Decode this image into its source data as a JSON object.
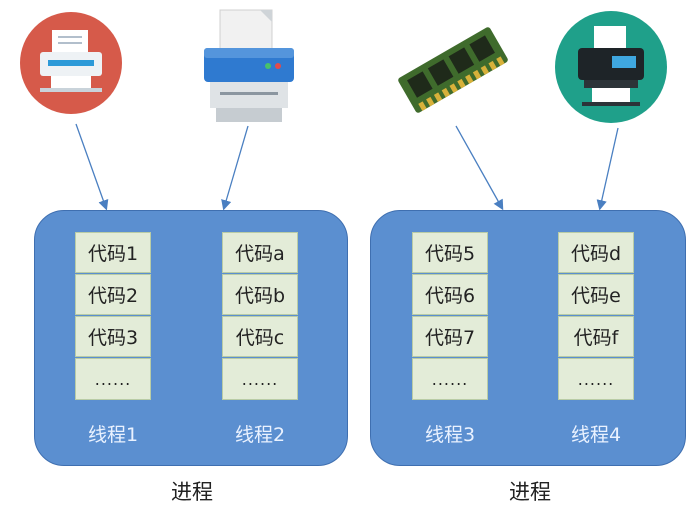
{
  "devices": [
    {
      "icon": "printer-icon",
      "color": "#d65a4a"
    },
    {
      "icon": "printer-icon",
      "color": "#3a7fd0"
    },
    {
      "icon": "memory-chip-icon",
      "color": "#3f6b2c"
    },
    {
      "icon": "printer-icon",
      "color": "#1fa08a"
    }
  ],
  "processes": [
    {
      "label": "进程",
      "threads": [
        {
          "label": "线程1",
          "codes": [
            "代码1",
            "代码2",
            "代码3",
            "......"
          ]
        },
        {
          "label": "线程2",
          "codes": [
            "代码a",
            "代码b",
            "代码c",
            "......"
          ]
        }
      ]
    },
    {
      "label": "进程",
      "threads": [
        {
          "label": "线程3",
          "codes": [
            "代码5",
            "代码6",
            "代码7",
            "......"
          ]
        },
        {
          "label": "线程4",
          "codes": [
            "代码d",
            "代码e",
            "代码f",
            "......"
          ]
        }
      ]
    }
  ],
  "colors": {
    "process_fill": "#5b8fd0",
    "cell_fill": "#e3ecd8",
    "arrow": "#4a7fc1"
  }
}
